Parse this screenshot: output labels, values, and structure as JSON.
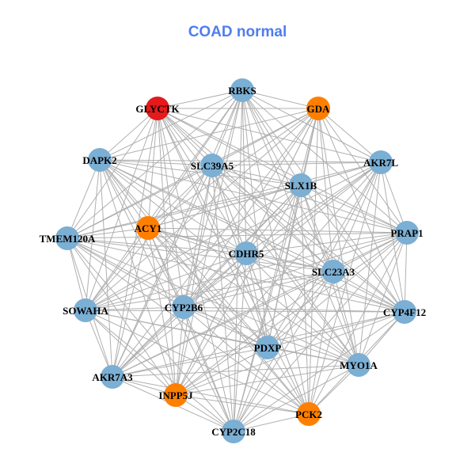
{
  "title": "COAD normal",
  "colors": {
    "default": "#7bafd4",
    "orange": "#ff7f00",
    "red": "#e41a1c",
    "edge": "#b0b0b0"
  },
  "nodes": [
    {
      "id": "RBKS",
      "color": "default"
    },
    {
      "id": "GLYCTK",
      "color": "red"
    },
    {
      "id": "GDA",
      "color": "orange"
    },
    {
      "id": "DAPK2",
      "color": "default"
    },
    {
      "id": "AKR7L",
      "color": "default"
    },
    {
      "id": "SLC39A5",
      "color": "default"
    },
    {
      "id": "SLX1B",
      "color": "default"
    },
    {
      "id": "ACY1",
      "color": "orange"
    },
    {
      "id": "TMEM120A",
      "color": "default"
    },
    {
      "id": "PRAP1",
      "color": "default"
    },
    {
      "id": "CDHR5",
      "color": "default"
    },
    {
      "id": "SLC23A3",
      "color": "default"
    },
    {
      "id": "SOWAHA",
      "color": "default"
    },
    {
      "id": "CYP2B6",
      "color": "default"
    },
    {
      "id": "CYP4F12",
      "color": "default"
    },
    {
      "id": "PDXP",
      "color": "default"
    },
    {
      "id": "MYO1A",
      "color": "default"
    },
    {
      "id": "AKR7A3",
      "color": "default"
    },
    {
      "id": "INPP5J",
      "color": "orange"
    },
    {
      "id": "PCK2",
      "color": "orange"
    },
    {
      "id": "CYP2C18",
      "color": "default"
    }
  ]
}
